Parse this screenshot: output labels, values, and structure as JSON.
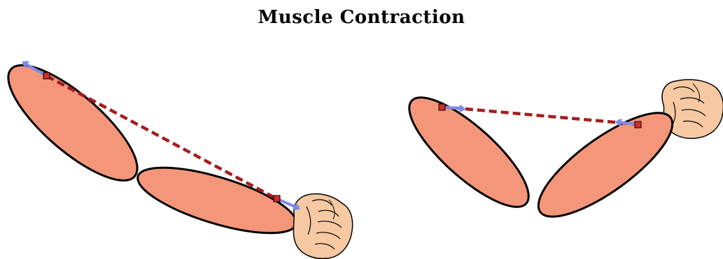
{
  "diagram": {
    "title": "Muscle Contraction",
    "panels": [
      {
        "label": "",
        "state": "extended"
      },
      {
        "label": "",
        "state": "flexed"
      }
    ],
    "colors": {
      "limb_fill": "#F4967A",
      "limb_stroke": "#000000",
      "muscle_line": "#A51C1C",
      "attachment_point": "#D42B2B",
      "force_arrow": "#7B8CE6",
      "skin": "#F6C9A3"
    },
    "icons": [
      "fist-icon",
      "force-arrow-icon",
      "attachment-point-icon"
    ]
  }
}
